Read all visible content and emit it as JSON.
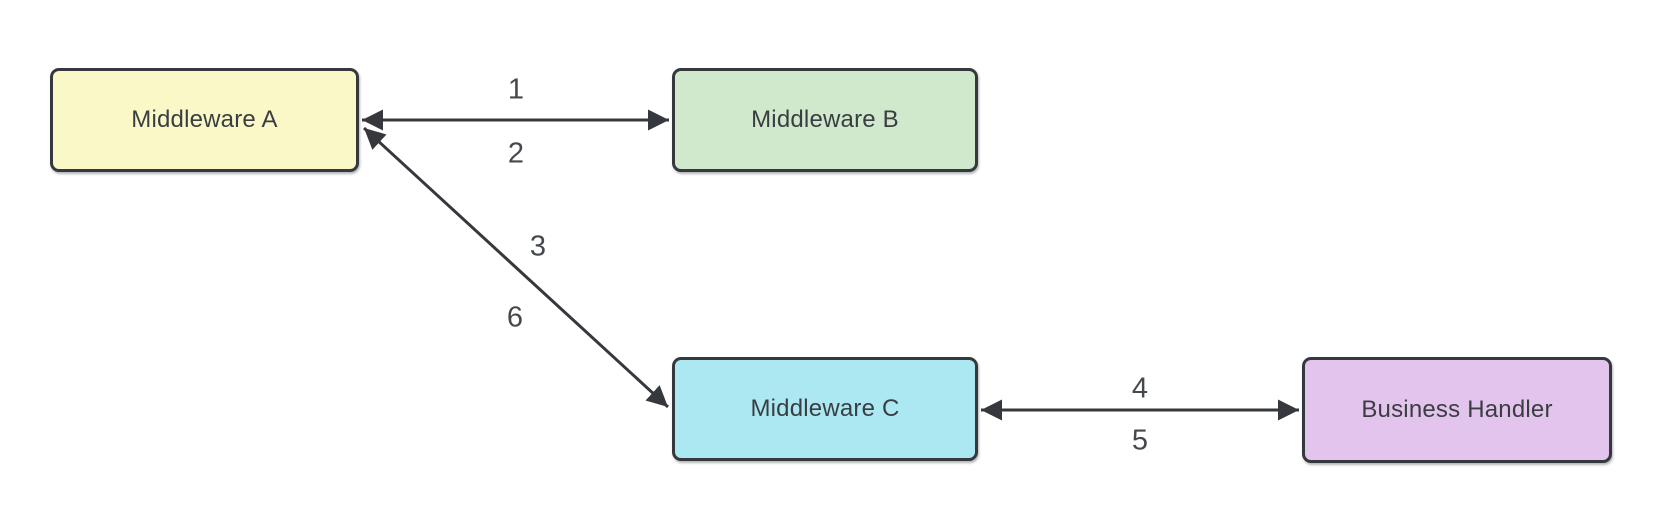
{
  "diagram": {
    "type": "flow-diagram",
    "background_color": "#ffffff",
    "stroke_color": "#35393d",
    "edge_label_color": "#45494e",
    "node_text_color": "#3a3e43",
    "nodes": [
      {
        "id": "middleware-a",
        "label": "Middleware A",
        "fill": "#fbf8c7"
      },
      {
        "id": "middleware-b",
        "label": "Middleware B",
        "fill": "#d0e8cc"
      },
      {
        "id": "middleware-c",
        "label": "Middleware C",
        "fill": "#abe8f2"
      },
      {
        "id": "business-handler",
        "label": "Business Handler",
        "fill": "#e2c4ec"
      }
    ],
    "edges": [
      {
        "id": "a-b",
        "from": "Middleware A",
        "to": "Middleware B",
        "direction": "bidirectional",
        "labels": [
          "1",
          "2"
        ]
      },
      {
        "id": "a-c",
        "from": "Middleware A",
        "to": "Middleware C",
        "direction": "bidirectional",
        "labels": [
          "3",
          "6"
        ]
      },
      {
        "id": "c-handler",
        "from": "Middleware C",
        "to": "Business Handler",
        "direction": "bidirectional",
        "labels": [
          "4",
          "5"
        ]
      }
    ]
  }
}
